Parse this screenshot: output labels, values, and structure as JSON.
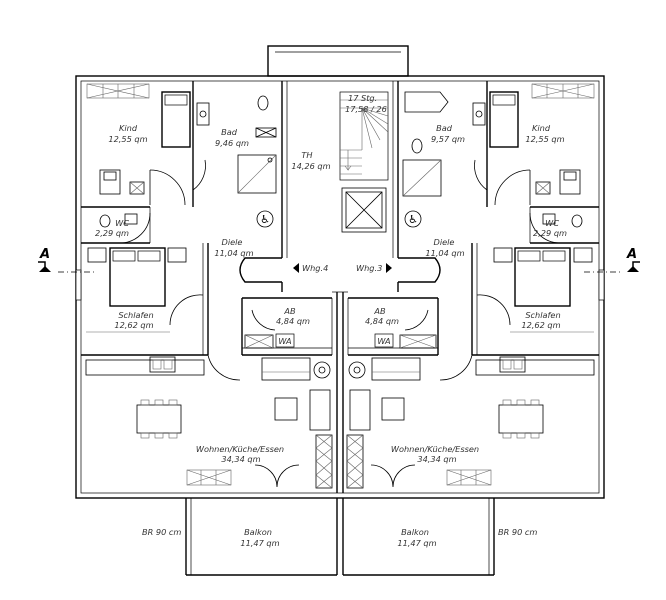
{
  "section_marks": {
    "left": "A",
    "right": "A"
  },
  "rooms": {
    "kind_left": {
      "name": "Kind",
      "area": "12,55 qm"
    },
    "bad_left": {
      "name": "Bad",
      "area": "9,46 qm"
    },
    "th": {
      "name": "TH",
      "area": "14,26 qm"
    },
    "stairs_note": {
      "line1": "17 Stg.",
      "line2": "17,58 / 26"
    },
    "bad_right": {
      "name": "Bad",
      "area": "9,57 qm"
    },
    "kind_right": {
      "name": "Kind",
      "area": "12,55 qm"
    },
    "wc_left": {
      "name": "WC",
      "area": "2,29 qm"
    },
    "wc_right": {
      "name": "WC",
      "area": "2,29 qm"
    },
    "diele_left": {
      "name": "Diele",
      "area": "11,04 qm"
    },
    "diele_right": {
      "name": "Diele",
      "area": "11,04 qm"
    },
    "schlafen_left": {
      "name": "Schlafen",
      "area": "12,62 qm"
    },
    "schlafen_right": {
      "name": "Schlafen",
      "area": "12,62 qm"
    },
    "ab_left": {
      "name": "AB",
      "area": "4,84 qm"
    },
    "ab_right": {
      "name": "AB",
      "area": "4,84 qm"
    },
    "wa_left": "WA",
    "wa_right": "WA",
    "wohnen_left": {
      "name": "Wohnen/Küche/Essen",
      "area": "34,34 qm"
    },
    "wohnen_right": {
      "name": "Wohnen/Küche/Essen",
      "area": "34,34 qm"
    },
    "balkon_left": {
      "name": "Balkon",
      "area": "11,47 qm"
    },
    "balkon_right": {
      "name": "Balkon",
      "area": "11,47 qm"
    }
  },
  "apartments": {
    "left": "Whg.4",
    "right": "Whg.3"
  },
  "br_notes": {
    "left": "BR 90 cm",
    "right": "BR 90 cm"
  }
}
